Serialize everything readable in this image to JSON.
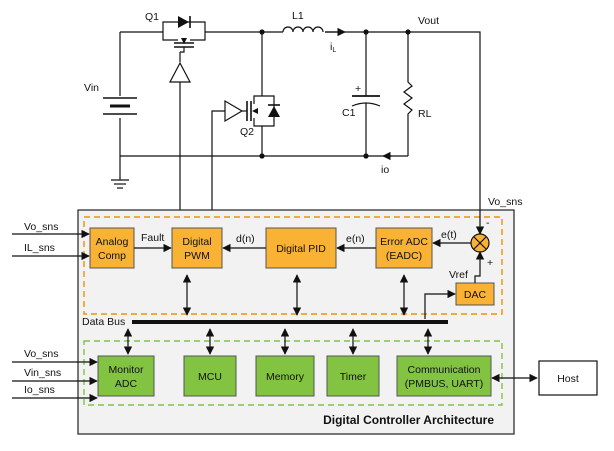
{
  "power_stage": {
    "q1": "Q1",
    "q2": "Q2",
    "l1": "L1",
    "il": "i",
    "il_sub": "L",
    "vout": "Vout",
    "vin": "Vin",
    "c1": "C1",
    "rl": "RL",
    "io": "io",
    "plus": "+"
  },
  "controller": {
    "title": "Digital Controller Architecture",
    "vo_sns_top": "Vo_sns",
    "inputs_top": [
      "Vo_sns",
      "IL_sns"
    ],
    "inputs_bottom": [
      "Vo_sns",
      "Vin_sns",
      "Io_sns"
    ],
    "signals": {
      "fault": "Fault",
      "dn": "d(n)",
      "en": "e(n)",
      "et": "e(t)",
      "vref": "Vref",
      "minus": "-",
      "plus": "+",
      "data_bus": "Data Bus"
    },
    "orange_blocks": {
      "analog_comp": [
        "Analog",
        "Comp"
      ],
      "digital_pwm": [
        "Digital",
        "PWM"
      ],
      "digital_pid": "Digital PID",
      "error_adc": [
        "Error ADC",
        "(EADC)"
      ],
      "dac": "DAC"
    },
    "green_blocks": {
      "monitor_adc": [
        "Monitor",
        "ADC"
      ],
      "mcu": "MCU",
      "memory": "Memory",
      "timer": "Timer",
      "communication": [
        "Communication",
        "(PMBUS, UART)"
      ]
    },
    "host": "Host"
  },
  "colors": {
    "orange_block": "#f9b233",
    "green_block": "#82c341",
    "orange_dash": "#f39200",
    "green_dash": "#82c341",
    "panel_bg": "#f2f2f2"
  }
}
